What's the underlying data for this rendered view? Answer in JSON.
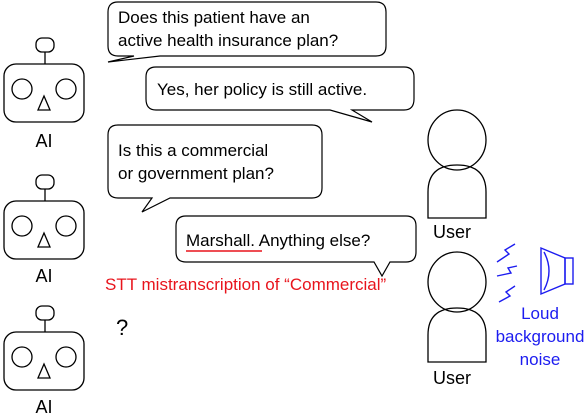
{
  "speakers": {
    "ai_label": "AI",
    "user_label": "User"
  },
  "dialog": [
    {
      "speaker": "AI",
      "lines": [
        "Does this patient have an",
        "active health insurance plan?"
      ]
    },
    {
      "speaker": "User",
      "lines": [
        "Yes, her policy is still active."
      ]
    },
    {
      "speaker": "AI",
      "lines": [
        "Is this a commercial",
        "or government plan?"
      ]
    },
    {
      "speaker": "User",
      "lines": [
        "Marshall.",
        " Anything else?"
      ]
    }
  ],
  "annotations": {
    "stt_error": "STT mistranscription of “Commercial”",
    "confused_mark": "?",
    "noise_label": [
      "Loud",
      "background",
      "noise"
    ]
  },
  "colors": {
    "error_red": "#e8141c",
    "noise_blue": "#1c1cf0",
    "outline": "#000000",
    "background": "#ffffff"
  },
  "icons": {
    "robot": "robot-icon",
    "user": "user-person-icon",
    "speaker": "loudspeaker-icon",
    "sound_wave": "lightning-bolt-icon"
  }
}
